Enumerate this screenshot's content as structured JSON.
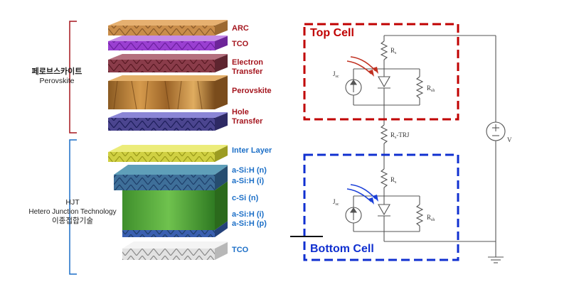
{
  "colors": {
    "perovskite_group": "#a5161f",
    "hjt_group": "#1c6fc7",
    "top_cell_box": "#c00000",
    "bottom_cell_box": "#1030d0"
  },
  "groups": {
    "perovskite": {
      "title_ko": "페로브스카이트",
      "title_en": "Perovskite"
    },
    "hjt": {
      "title": "HJT",
      "full_name": "Hetero Junction Technology",
      "title_ko": "이종접합기술"
    }
  },
  "layers": {
    "arc": "ARC",
    "tco_top": "TCO",
    "electron_transfer_1": "Electron",
    "electron_transfer_2": "Transfer",
    "perovskite": "Perovskite",
    "hole_transfer_1": "Hole",
    "hole_transfer_2": "Transfer",
    "inter_layer": "Inter Layer",
    "asih_n": "a-Si:H (n)",
    "asih_i_top": "a-Si:H (i)",
    "csi_n": "c-Si (n)",
    "asih_i_bottom": "a-Si:H (i)",
    "asih_p": "a-Si:H (p)",
    "tco_bottom": "TCO"
  },
  "circuit": {
    "top_cell": "Top Cell",
    "bottom_cell": "Bottom Cell",
    "rs_main": "R",
    "rs_sub": "s",
    "rsh_main": "R",
    "rsh_sub": "sh",
    "jsc_main": "J",
    "jsc_sub": "sc",
    "trj_main": "R",
    "trj_sub": "s",
    "trj_suffix": "-TRJ",
    "voltage": "V"
  }
}
